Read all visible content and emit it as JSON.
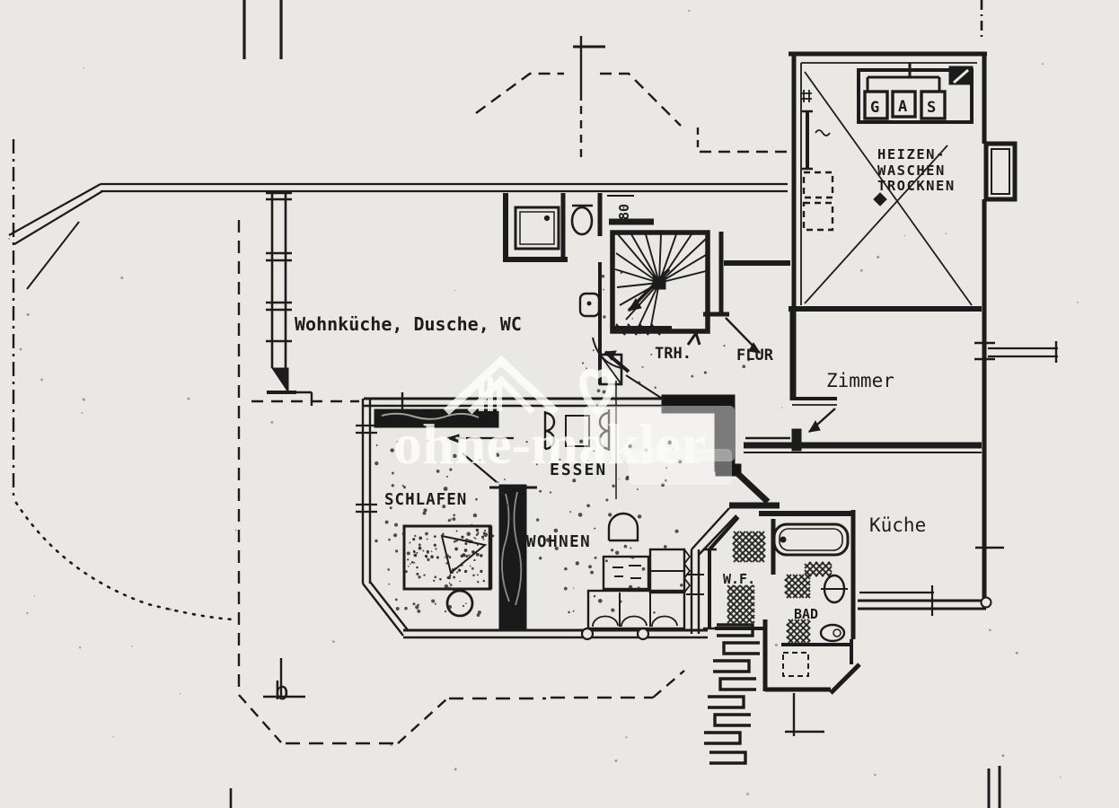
{
  "drawing": {
    "kind_visible": "scanned floor plan",
    "colors": {
      "paper": "#e9e8e5",
      "ink": "#1c1c1c",
      "watermark": "#ffffff"
    }
  },
  "labels": {
    "wohnkueche": "Wohnküche, Dusche, WC",
    "heizen_lines": [
      "HEIZEN-",
      "WASCHEN",
      "TROCKNEN"
    ],
    "trh": "TRH.",
    "flur": "FLUR",
    "zimmer": "Zimmer",
    "essen": "ESSEN",
    "schlafen": "SCHLAFEN",
    "wohnen": "WOHNEN",
    "kueche": "Küche",
    "wf": "W.F.",
    "bad": "BAD",
    "marker_b": "b"
  },
  "dimensions": {
    "door_width": "80"
  },
  "gas_meter": {
    "letters": [
      "G",
      "A",
      "S"
    ]
  },
  "watermark": {
    "text": "ohne-makler"
  }
}
